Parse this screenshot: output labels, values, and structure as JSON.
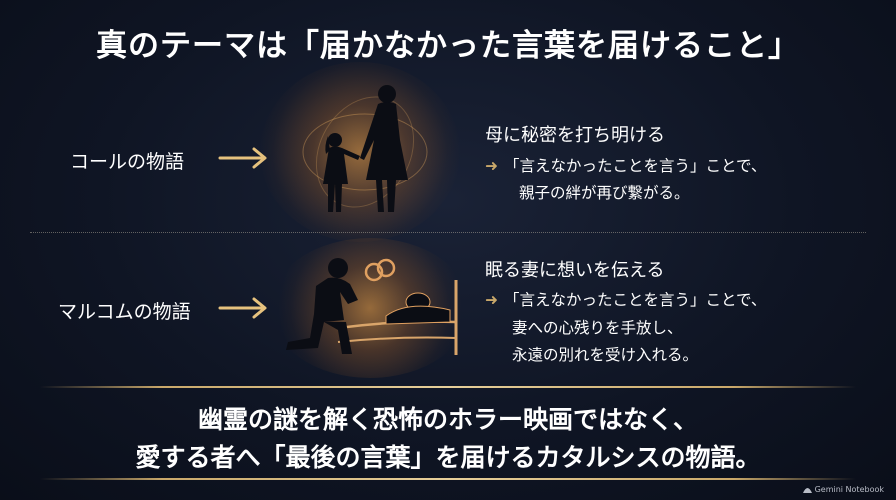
{
  "title": "真のテーマは「届かなかった言葉を届けること」",
  "stories": [
    {
      "label": "コールの物語",
      "heading": "母に秘密を打ち明ける",
      "lines": [
        "「言えなかったことを言う」ことで、",
        "親子の絆が再び繋がる。"
      ],
      "illustration_icon": "mother-child-silhouette-icon"
    },
    {
      "label": "マルコムの物語",
      "heading": "眠る妻に想いを伝える",
      "lines": [
        "「言えなかったことを言う」ことで、",
        "妻への心残りを手放し、",
        "永遠の別れを受け入れる。"
      ],
      "illustration_icon": "kneeling-man-bed-rings-icon"
    }
  ],
  "arrow_glyph": "➜",
  "conclusion": {
    "line1": "幽霊の謎を解く恐怖のホラー映画ではなく、",
    "line2": "愛する者へ「最後の言葉」を届けるカタルシスの物語。"
  },
  "watermark": "Gemini Notebook",
  "colors": {
    "background": "#0f1524",
    "accent_gold": "#c9a86a",
    "glow": "#f0a050",
    "text": "#ffffff"
  }
}
